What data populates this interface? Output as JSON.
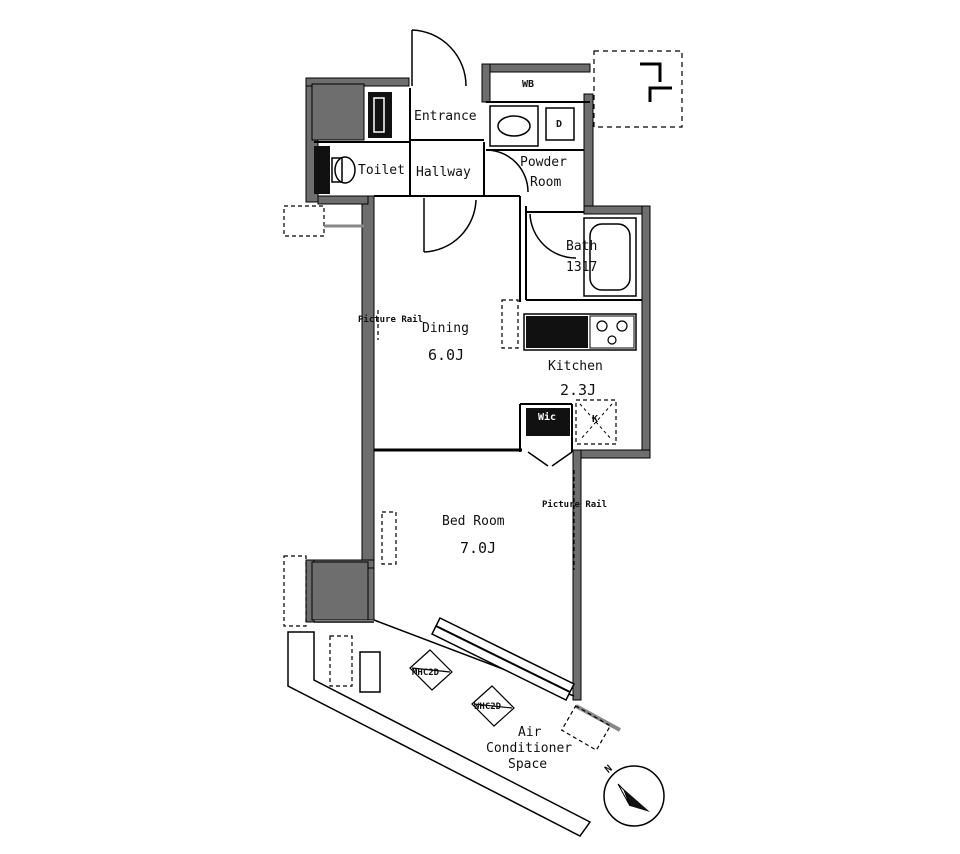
{
  "labels": {
    "entrance": "Entrance",
    "toilet": "Toilet",
    "hallway": "Hallway",
    "powder_room_1": "Powder",
    "powder_room_2": "Room",
    "wb": "WB",
    "d": "D",
    "bath": "Bath",
    "bath_size": "1317",
    "dining": "Dining",
    "dining_size": "6.0J",
    "kitchen": "Kitchen",
    "kitchen_size": "2.3J",
    "picture_rail_1": "Picture Rail",
    "picture_rail_2": "Picture Rail",
    "wic": "Wic",
    "k": "K",
    "bed_room": "Bed Room",
    "bed_room_size": "7.0J",
    "outdoor_unit_1": "MHC2D",
    "outdoor_unit_2": "WHC2D",
    "ac_space_1": "Air",
    "ac_space_2": "Conditioner",
    "ac_space_3": "Space",
    "north": "N"
  },
  "colors": {
    "wall": "#6e6e6e",
    "wall_outline": "#000000",
    "column": "#6e6e6e",
    "fixture": "#111111"
  }
}
